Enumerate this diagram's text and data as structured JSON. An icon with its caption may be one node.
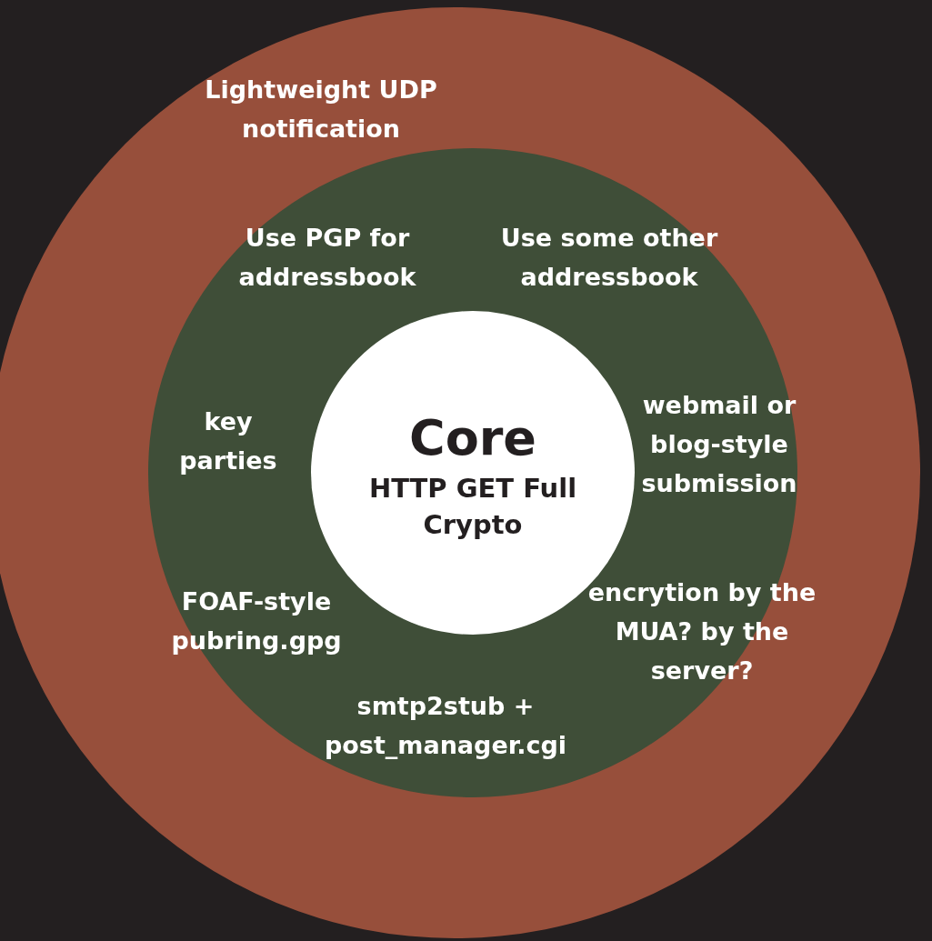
{
  "diagram": {
    "nodes": [
      {
        "text": [
          "Lightweight UDP notification"
        ]
      },
      {
        "text": [
          "Use PGP for addressbook",
          "Use some other addressbook",
          "key parties",
          "webmail or blog-style submission",
          "FOAF-style pubring.gpg",
          "encrytion by the MUA? by the server?",
          "smtp2stub + post_manager.cgi"
        ],
        "in": 0
      },
      {
        "text": [
          "Core",
          "HTTP GET Full Crypto"
        ],
        "in": 1
      }
    ]
  }
}
